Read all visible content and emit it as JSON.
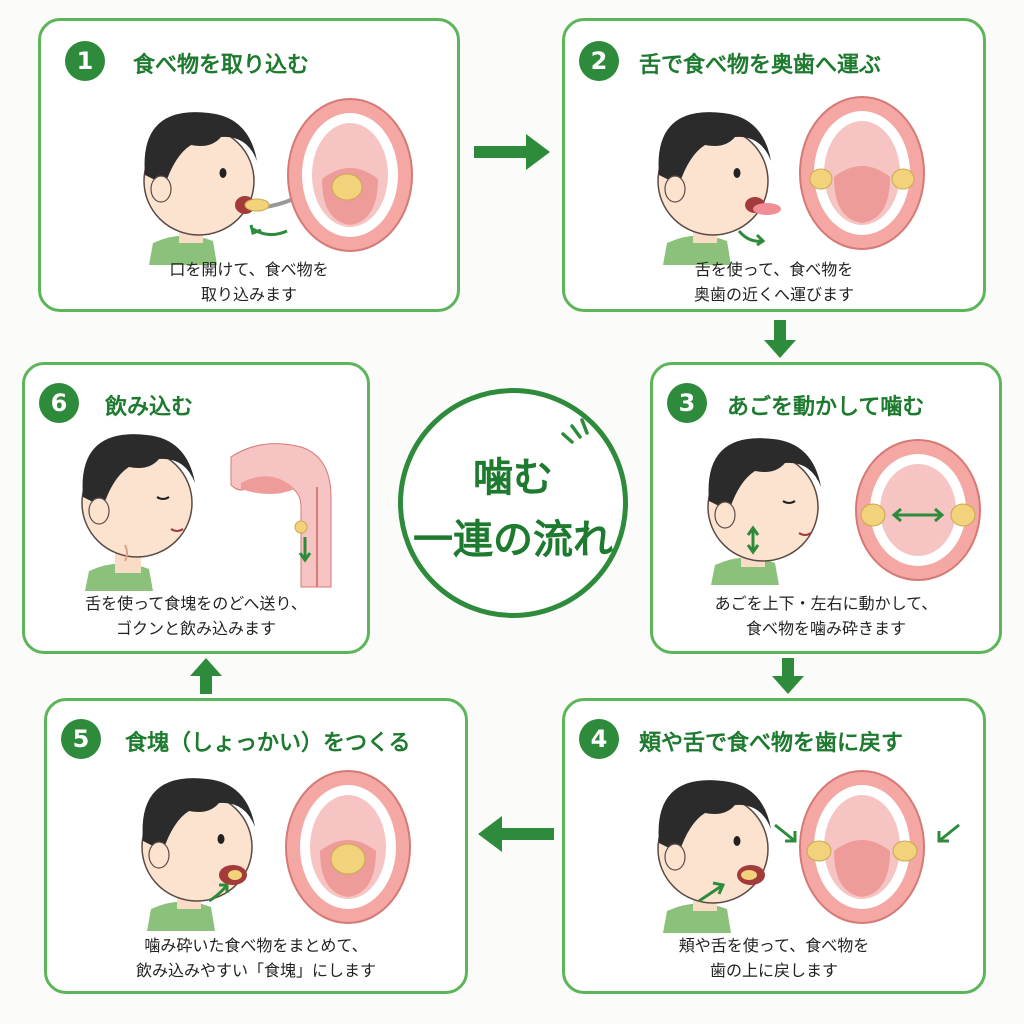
{
  "center": {
    "line1": "噛む",
    "line2": "一連の流れ"
  },
  "steps": [
    {
      "num": "1",
      "title": "食べ物を取り込む",
      "caption": [
        "口を開けて、食べ物を",
        "取り込みます"
      ]
    },
    {
      "num": "2",
      "title": "舌で食べ物を奥歯へ運ぶ",
      "caption": [
        "舌を使って、食べ物を",
        "奥歯の近くへ運びます"
      ]
    },
    {
      "num": "3",
      "title": "あごを動かして噛む",
      "caption": [
        "あごを上下・左右に動かして、",
        "食べ物を噛み砕きます"
      ]
    },
    {
      "num": "4",
      "title": "頬や舌で食べ物を歯に戻す",
      "caption": [
        "頬や舌を使って、食べ物を",
        "歯の上に戻します"
      ]
    },
    {
      "num": "5",
      "title": "食塊（しょっかい）をつくる",
      "caption": [
        "噛み砕いた食べ物をまとめて、",
        "飲み込みやすい「食塊」にします"
      ]
    },
    {
      "num": "6",
      "title": "飲み込む",
      "caption": [
        "舌を使って食塊をのどへ送り、",
        "ゴクンと飲み込みます"
      ]
    }
  ],
  "colors": {
    "accent": "#2e8b3c",
    "border": "#5db55a",
    "title": "#1d7a2f",
    "food": "#f2d27a",
    "gum": "#f4a7a3",
    "mouth": "#f6c4c2"
  }
}
